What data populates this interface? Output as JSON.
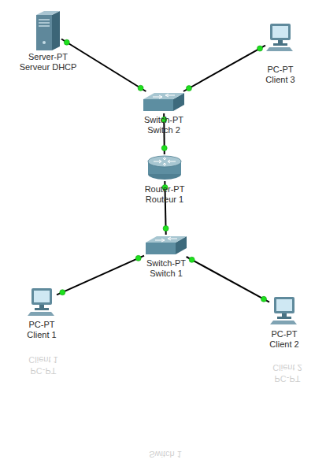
{
  "diagram": {
    "nodes": [
      {
        "text": [
          "Server-PT",
          "Serveur DHCP"
        ]
      },
      {
        "text": [
          "PC-PT",
          "Client 3"
        ]
      },
      {
        "text": [
          "Switch-PT",
          "Switch 2"
        ]
      },
      {
        "text": [
          "Router-PT",
          "Routeur 1"
        ]
      },
      {
        "text": [
          "Switch-PT",
          "Switch 1"
        ]
      },
      {
        "text": [
          "PC-PT",
          "Client 1"
        ]
      },
      {
        "text": [
          "PC-PT",
          "Client 2"
        ]
      }
    ],
    "edges": [
      {
        "from": 0,
        "to": 2,
        "arrow": "none"
      },
      {
        "from": 1,
        "to": 2,
        "arrow": "none"
      },
      {
        "from": 2,
        "to": 3,
        "arrow": "none"
      },
      {
        "from": 3,
        "to": 4,
        "arrow": "none"
      },
      {
        "from": 4,
        "to": 5,
        "arrow": "none"
      },
      {
        "from": 4,
        "to": 6,
        "arrow": "none"
      }
    ],
    "labels": [
      "Client 1",
      "PC-PT",
      "Client 2",
      "PC-PT",
      "Switch 1"
    ]
  }
}
